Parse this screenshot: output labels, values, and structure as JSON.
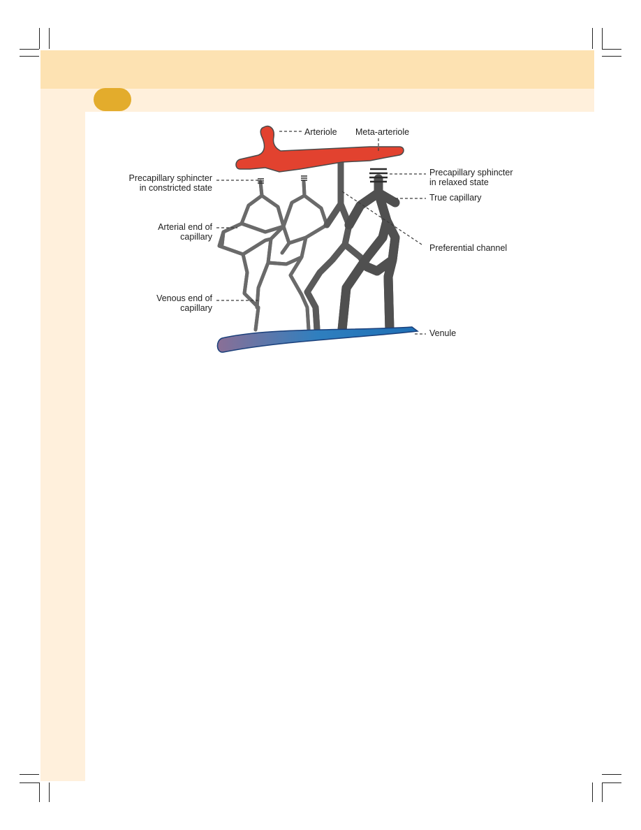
{
  "diagram": {
    "labels": {
      "arteriole": "Arteriole",
      "meta_arteriole": "Meta-arteriole",
      "sphincter_constricted": [
        "Precapillary sphincter",
        "in constricted state"
      ],
      "sphincter_relaxed": [
        "Precapillary sphincter",
        "in relaxed state"
      ],
      "true_capillary": "True capillary",
      "arterial_end": [
        "Arterial end of",
        "capillary"
      ],
      "preferential_channel": "Preferential channel",
      "venous_end": [
        "Venous end of",
        "capillary"
      ],
      "venule": "Venule"
    },
    "colors": {
      "arterial": "#e2422f",
      "venous": "#2a7cc4",
      "outline": "#4a4a4a",
      "sphincter": "#2b2b2b"
    }
  }
}
